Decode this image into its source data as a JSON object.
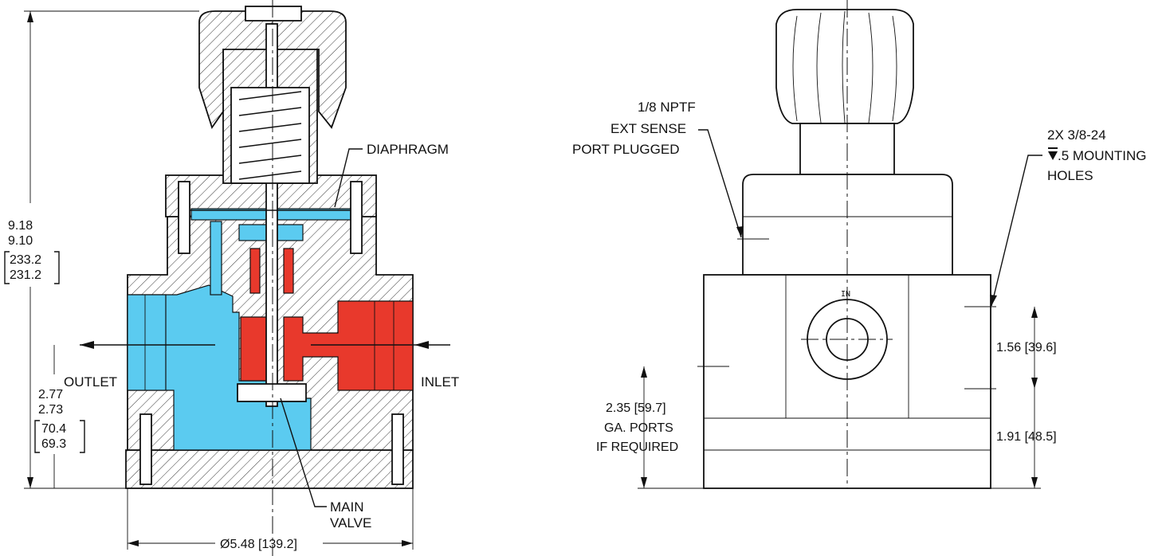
{
  "section_view": {
    "labels": {
      "diaphragm": "DIAPHRAGM",
      "outlet": "OUTLET",
      "inlet": "INLET",
      "main_valve_line1": "MAIN",
      "main_valve_line2": "VALVE"
    },
    "dimensions": {
      "height_max": "9.18",
      "height_min": "9.10",
      "height_mm_max": "233.2",
      "height_mm_min": "231.2",
      "port_height_max": "2.77",
      "port_height_min": "2.73",
      "port_mm_max": "70.4",
      "port_mm_min": "69.3",
      "diameter": "Ø5.48 [139.2]"
    }
  },
  "side_view": {
    "labels": {
      "sense_line1": "1/8 NPTF",
      "sense_line2": "EXT SENSE",
      "sense_line3": "PORT PLUGGED",
      "mount_line1": "2X 3/8-24",
      "mount_line2": ".5 MOUNTING",
      "mount_line3": "HOLES",
      "in_port": "IN",
      "gauge_line1": "2.35 [59.7]",
      "gauge_line2": "GA. PORTS",
      "gauge_line3": "IF REQUIRED"
    },
    "dimensions": {
      "port_spacing": "1.56 [39.6]",
      "base_height": "1.91 [48.5]"
    }
  },
  "colors": {
    "inlet_pressure": "#e8392c",
    "outlet_pressure": "#5bcbf0",
    "line": "#111111"
  }
}
